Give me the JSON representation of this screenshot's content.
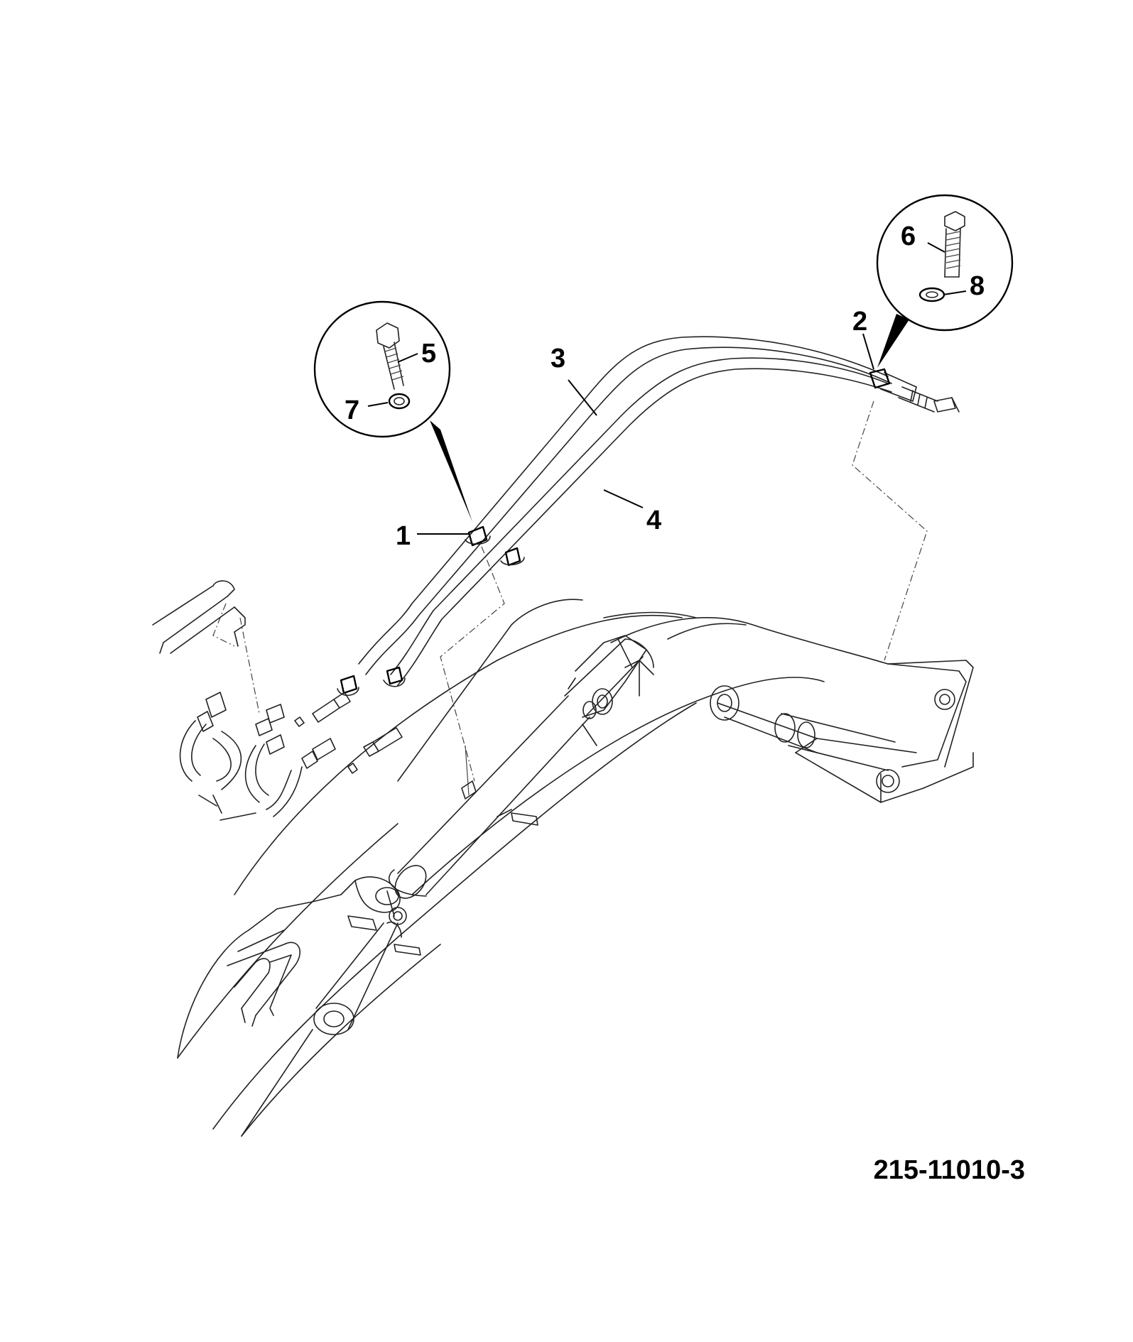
{
  "callouts": {
    "c1": "1",
    "c2": "2",
    "c3": "3",
    "c4": "4",
    "c5": "5",
    "c6": "6",
    "c7": "7",
    "c8": "8"
  },
  "drawing_number": "215-11010-3"
}
